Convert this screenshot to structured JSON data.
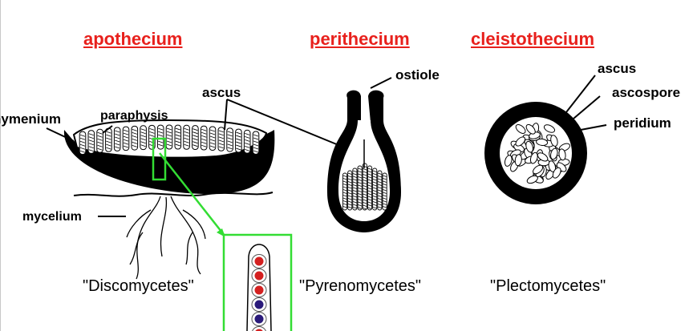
{
  "titles": {
    "apothecium": "apothecium",
    "perithecium": "perithecium",
    "cleistothecium": "cleistothecium"
  },
  "labels": {
    "hymenium": "hymenium",
    "paraphysis": "paraphysis",
    "ascus_apothecium": "ascus",
    "mycelium": "mycelium",
    "ostiole": "ostiole",
    "ascus_cleisto": "ascus",
    "ascospore": "ascospore",
    "peridium": "peridium"
  },
  "groups": {
    "discomycetes": "\"Discomycetes\"",
    "pyrenomycetes": "\"Pyrenomycetes\"",
    "plectomycetes": "\"Plectomycetes\""
  },
  "colors": {
    "title": "#e8201c",
    "highlight": "#33dd33",
    "structure": "#000000",
    "spore_red": "#d42020",
    "spore_blue": "#2a1a7a"
  }
}
